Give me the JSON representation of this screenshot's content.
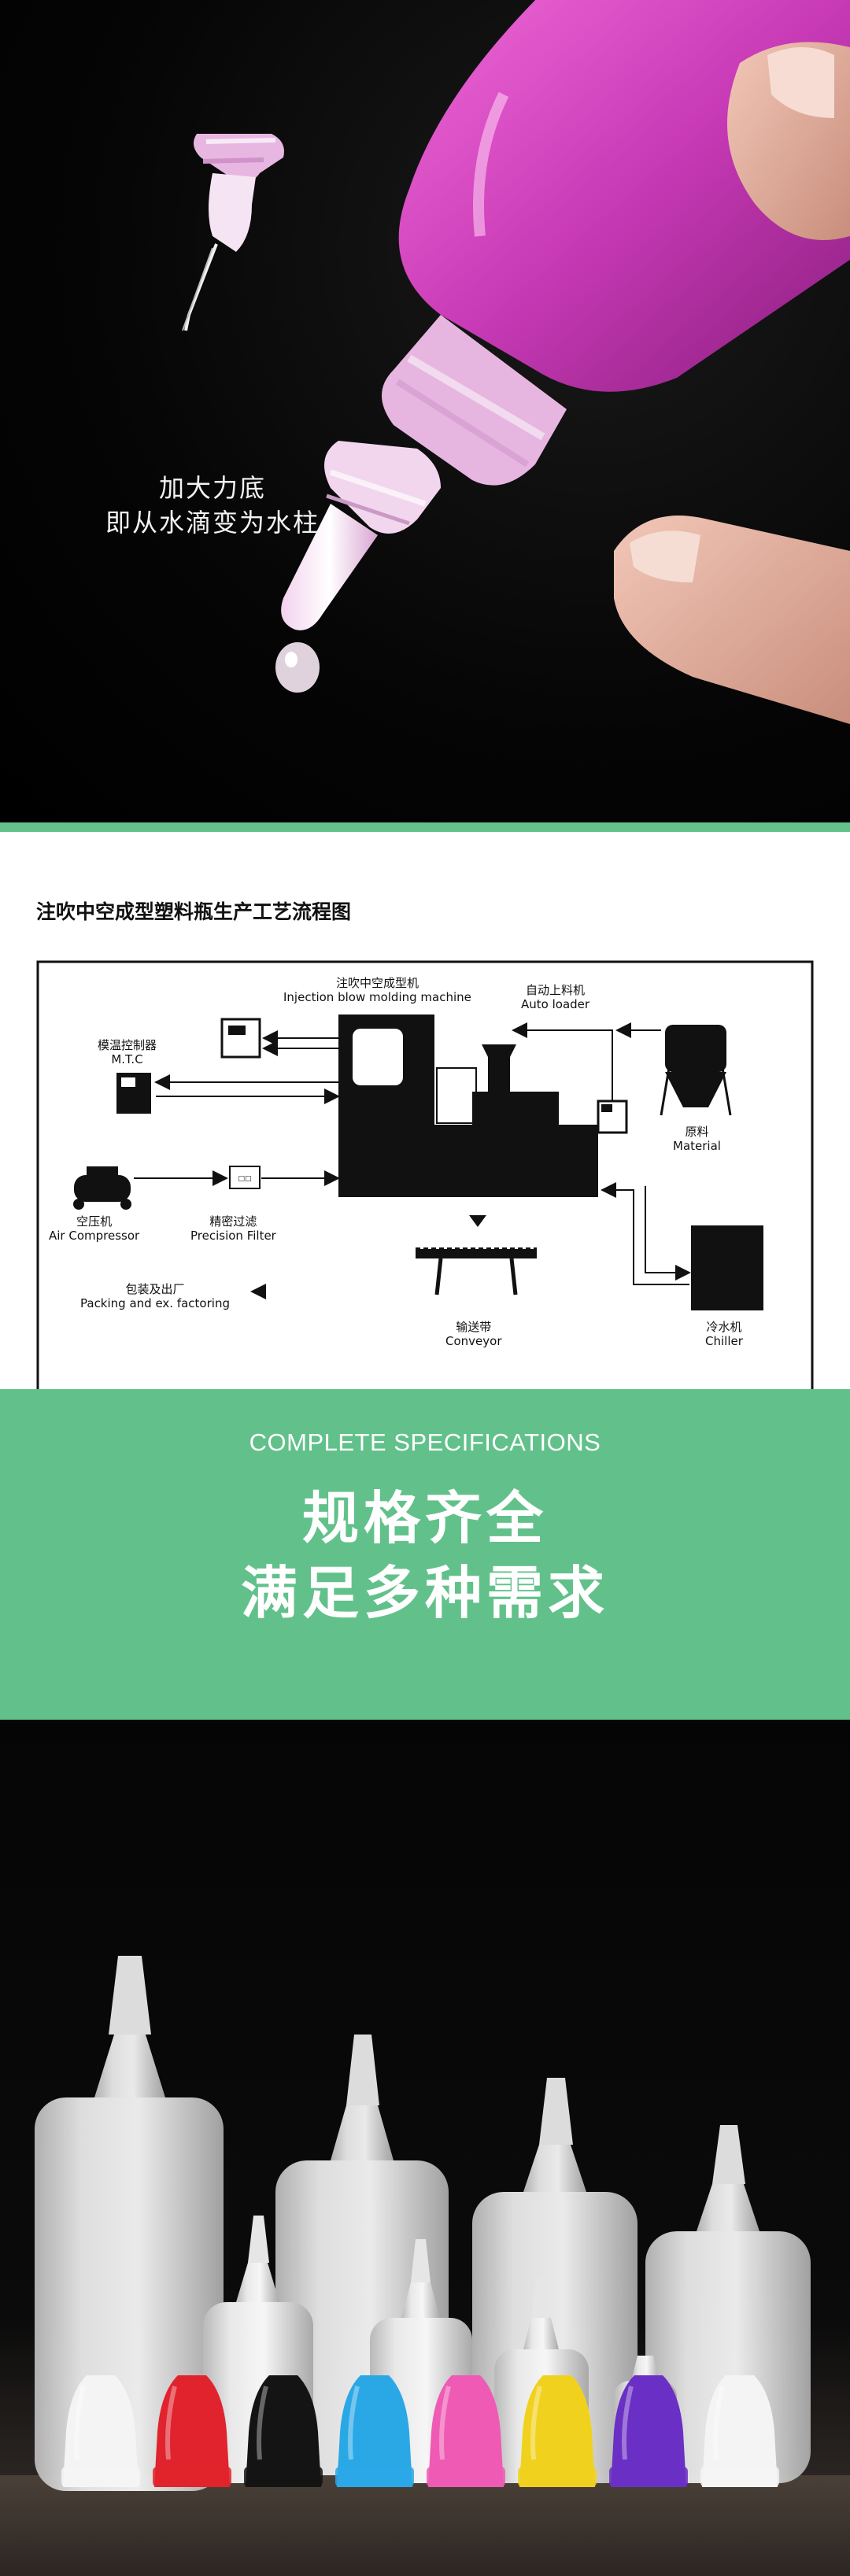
{
  "hero": {
    "caption_line1": "加大力底",
    "caption_line2": "即从水滴变为水柱"
  },
  "diagram": {
    "title": "注吹中空成型塑料瓶生产工艺流程图",
    "labels": {
      "machine_zh": "注吹中空成型机",
      "machine_en": "Injection blow molding machine",
      "loader_zh": "自动上料机",
      "loader_en": "Auto loader",
      "mtc_zh": "模温控制器",
      "mtc_en": "M.T.C",
      "material_zh": "原料",
      "material_en": "Material",
      "compressor_zh": "空压机",
      "compressor_en": "Air Compressor",
      "filter_zh": "精密过滤",
      "filter_en": "Precision Filter",
      "packing_zh": "包装及出厂",
      "packing_en": "Packing and ex. factoring",
      "conveyor_zh": "输送带",
      "conveyor_en": "Conveyor",
      "chiller_zh": "冷水机",
      "chiller_en": "Chiller"
    }
  },
  "specs": {
    "en": "COMPLETE SPECIFICATIONS",
    "zh_line1": "规格齐全",
    "zh_line2": "满足多种需求"
  },
  "product": {
    "cap_colors": [
      "#f4f4f4",
      "#e0232d",
      "#141414",
      "#2aa8e6",
      "#ee5ab4",
      "#f0d21e",
      "#6a2fc4",
      "#f4f4f4"
    ]
  }
}
